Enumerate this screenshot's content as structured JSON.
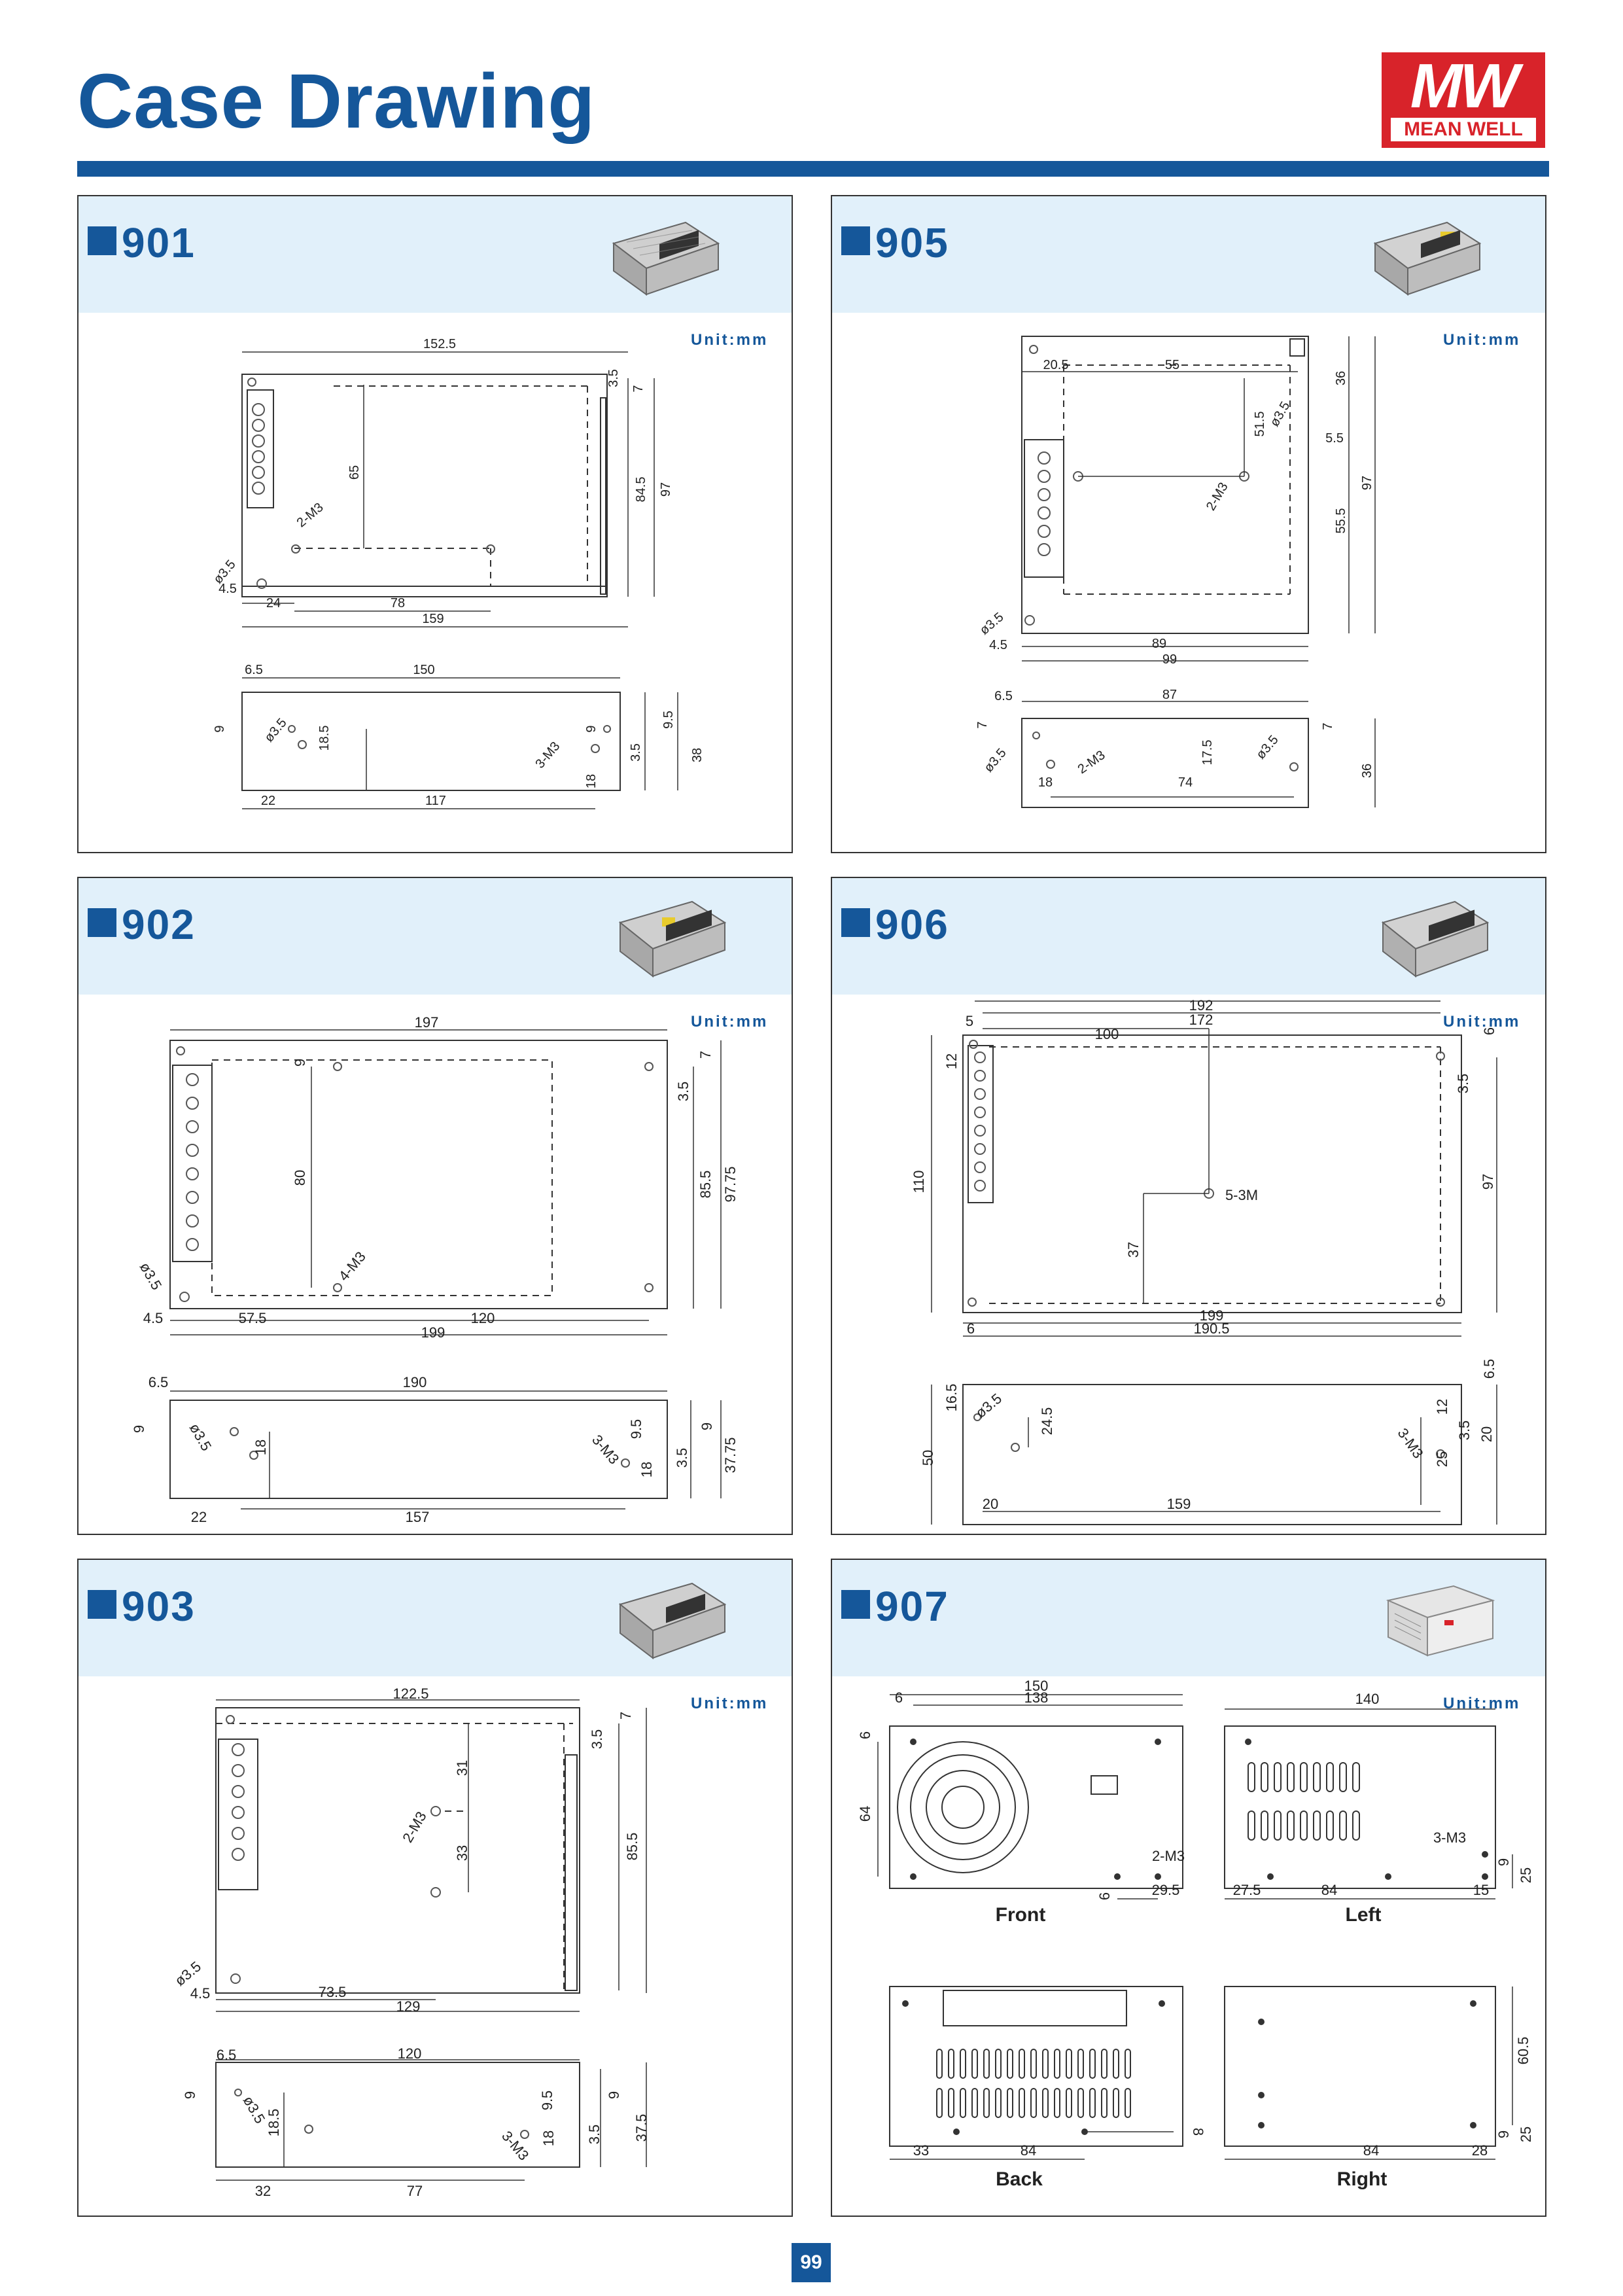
{
  "page": {
    "title": "Case Drawing",
    "number": "99"
  },
  "logo": {
    "mark": "MW",
    "brand": "MEAN WELL"
  },
  "unit_label": "Unit:mm",
  "panels": {
    "p901": {
      "model": "901"
    },
    "p905": {
      "model": "905"
    },
    "p902": {
      "model": "902"
    },
    "p906": {
      "model": "906"
    },
    "p903": {
      "model": "903"
    },
    "p907": {
      "model": "907"
    }
  },
  "views_907": {
    "front": "Front",
    "left": "Left",
    "back": "Back",
    "right": "Right"
  },
  "colors": {
    "brand_blue": "#15579a",
    "header_tint": "#e1f0fa",
    "logo_red": "#d8232a"
  },
  "dims": {
    "d901": {
      "top": [
        "152.5",
        "65",
        "3.5",
        "7",
        "84.5",
        "97",
        "2-M3",
        "ø3.5",
        "4.5",
        "24",
        "78",
        "159"
      ],
      "bot": [
        "6.5",
        "150",
        "9",
        "ø3.5",
        "18.5",
        "3-M3",
        "18",
        "9",
        "3.5",
        "9.5",
        "38",
        "22",
        "117"
      ]
    },
    "d905": {
      "top": [
        "20.5",
        "55",
        "51.5",
        "ø3.5",
        "36",
        "5.5",
        "97",
        "2-M3",
        "55.5",
        "ø3.5",
        "4.5",
        "89",
        "99"
      ],
      "bot": [
        "6.5",
        "87",
        "7",
        "ø3.5",
        "2-M3",
        "17.5",
        "ø3.5",
        "7",
        "36",
        "18",
        "74"
      ]
    },
    "d902": {
      "top": [
        "197",
        "9",
        "7",
        "3.5",
        "80",
        "85.5",
        "97.75",
        "ø3.5",
        "4-M3",
        "4.5",
        "57.5",
        "120",
        "199"
      ],
      "bot": [
        "6.5",
        "190",
        "9",
        "ø3.5",
        "18",
        "9.5",
        "9",
        "3-M3",
        "18",
        "3.5",
        "37.75",
        "22",
        "157"
      ]
    },
    "d906": {
      "top": [
        "192",
        "5",
        "172",
        "100",
        "6",
        "12",
        "3.5",
        "110",
        "5-3M",
        "97",
        "37",
        "199",
        "6",
        "190.5"
      ],
      "bot": [
        "16.5",
        "ø3.5",
        "24.5",
        "12",
        "6.5",
        "50",
        "3-M3",
        "25",
        "3.5",
        "20",
        "20",
        "159"
      ]
    },
    "d903": {
      "top": [
        "122.5",
        "7",
        "3.5",
        "31",
        "2-M3",
        "33",
        "85.5",
        "ø3.5",
        "4.5",
        "73.5",
        "129"
      ],
      "bot": [
        "6.5",
        "120",
        "9",
        "ø3.5",
        "18.5",
        "9.5",
        "9",
        "3-M3",
        "18",
        "3.5",
        "37.5",
        "32",
        "77"
      ]
    },
    "d907": {
      "front": [
        "150",
        "138",
        "6",
        "6",
        "64",
        "2-M3",
        "6",
        "29.5"
      ],
      "left": [
        "140",
        "3-M3",
        "9",
        "25",
        "27.5",
        "84",
        "15"
      ],
      "back": [
        "8",
        "33",
        "84"
      ],
      "right": [
        "60.5",
        "9",
        "25",
        "84",
        "28"
      ]
    }
  }
}
